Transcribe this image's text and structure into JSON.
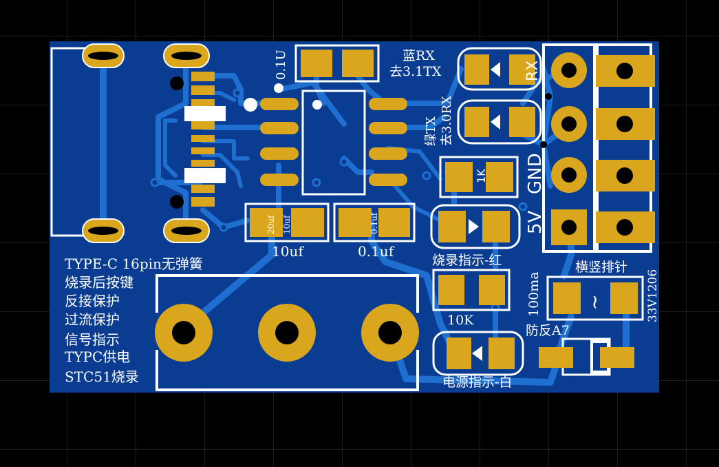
{
  "colors": {
    "background": "#000000",
    "grid": "#3a3a3a",
    "board": "#0a3d91",
    "trace": "#1f6fd1",
    "pad": "#d9a61e",
    "silk": "#ffffff",
    "drill": "#000000"
  },
  "labels": {
    "c_top": "0.1U",
    "blue_rx": "蓝RX",
    "to_31tx": "去3.1TX",
    "rx": "RX",
    "green_tx": "绿TX",
    "to_30rx": "去3.0RX",
    "r_1k": "1K",
    "gnd": "GND",
    "v5": "5V",
    "c20": "20uf",
    "c10small": "10uf",
    "c01small": "0.1uf",
    "c10": "10uf",
    "c01": "0.1uf",
    "led_prog": "烧录指示-红",
    "header": "横竖排针",
    "ma100": "100ma",
    "v33": "33V1206",
    "tilde": "~",
    "r_10k": "10K",
    "diode": "防反A7",
    "led_power": "电源指示-白"
  },
  "notes": [
    "TYPE-C 16pin无弹簧",
    "烧录后按键",
    "反接保护",
    "过流保护",
    "信号指示",
    "TYPC供电",
    "STC51烧录"
  ]
}
